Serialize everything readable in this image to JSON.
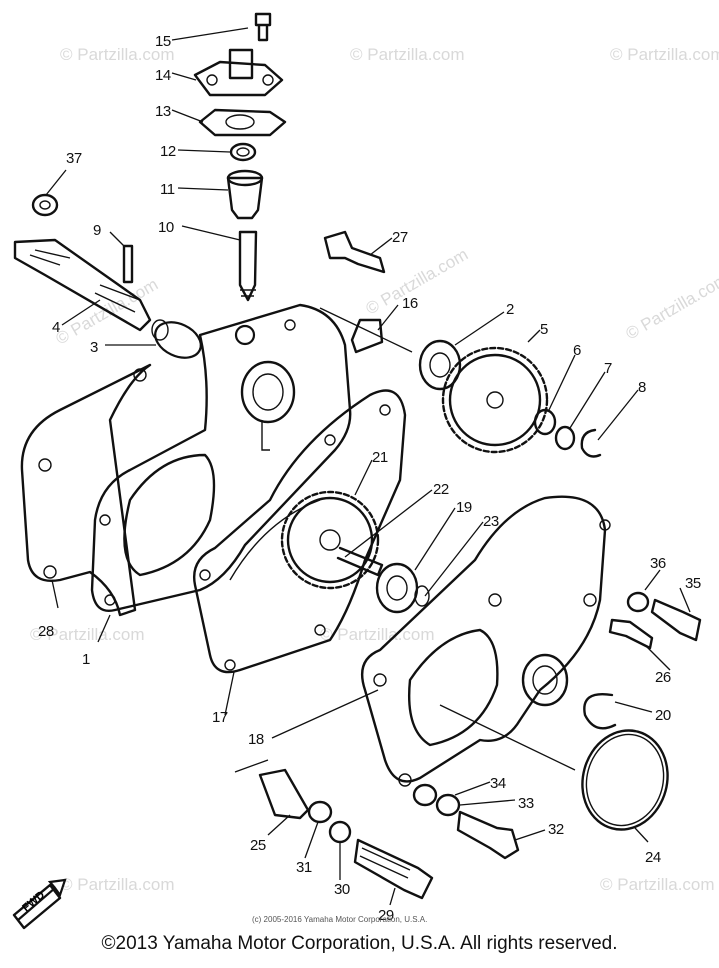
{
  "watermark": "© Partzilla.com",
  "inner_copyright": "(c) 2005-2016 Yamaha Motor Corporation, U.S.A.",
  "footer_copyright": "©2013 Yamaha Motor Corporation, U.S.A. All rights reserved.",
  "fwd_label": "FWD",
  "callouts": [
    "1",
    "2",
    "3",
    "4",
    "5",
    "6",
    "7",
    "8",
    "9",
    "10",
    "11",
    "12",
    "13",
    "14",
    "15",
    "16",
    "17",
    "18",
    "19",
    "20",
    "21",
    "22",
    "23",
    "24",
    "25",
    "26",
    "27",
    "28",
    "29",
    "30",
    "31",
    "32",
    "33",
    "34",
    "35",
    "36",
    "37"
  ]
}
